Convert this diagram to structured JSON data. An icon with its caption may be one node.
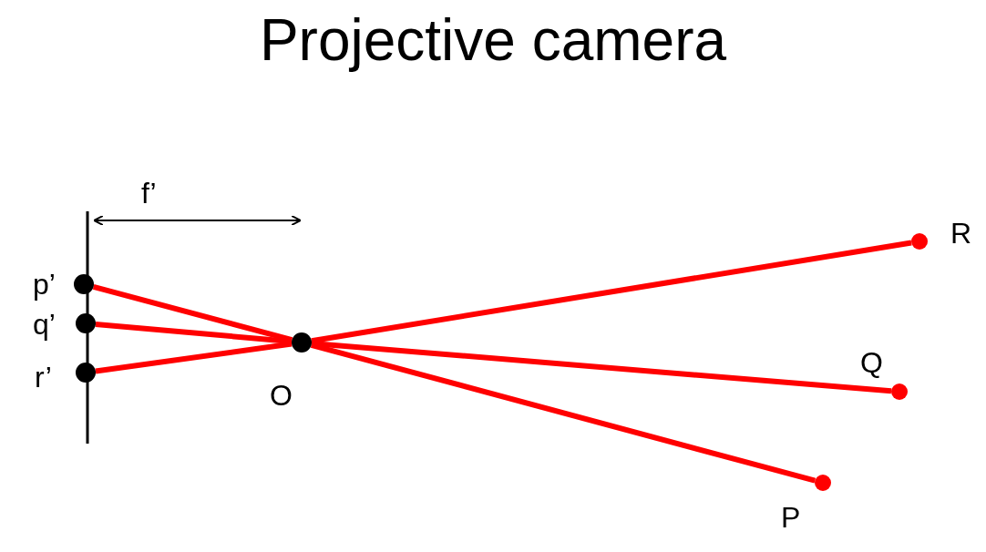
{
  "diagram": {
    "title": "Projective camera",
    "nodes": [
      {
        "text": [],
        "shape": "circle"
      },
      {
        "text": [],
        "shape": "circle"
      },
      {
        "text": [],
        "shape": "circle"
      },
      {
        "text": [],
        "shape": "circle"
      },
      {
        "text": [],
        "shape": "circle"
      },
      {
        "text": [],
        "shape": "circle"
      },
      {
        "text": [],
        "shape": "circle"
      }
    ],
    "edges": [
      {
        "from": 0,
        "to": 3,
        "arrow": "none"
      },
      {
        "from": 1,
        "to": 3,
        "arrow": "none"
      },
      {
        "from": 2,
        "to": 3,
        "arrow": "none"
      },
      {
        "from": 3,
        "to": 4,
        "arrow": "none"
      },
      {
        "from": 3,
        "to": 5,
        "arrow": "none"
      },
      {
        "from": 3,
        "to": 6,
        "arrow": "none"
      }
    ],
    "labels": [
      "f’",
      "p’",
      "q’",
      "r’",
      "O",
      "R",
      "Q",
      "P"
    ]
  }
}
